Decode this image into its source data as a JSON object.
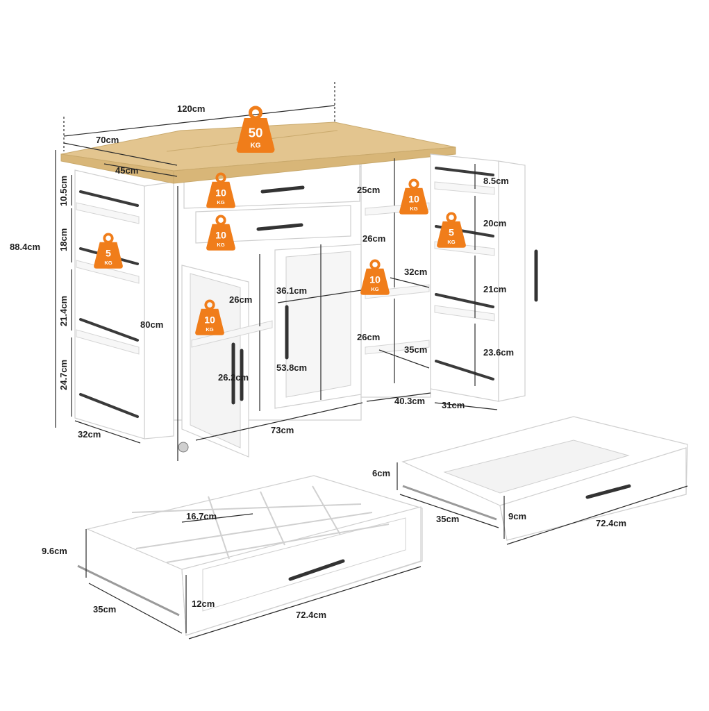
{
  "dimensions": {
    "top_length": "120cm",
    "top_depth": "70cm",
    "top_inner": "45cm",
    "height_total": "88.4cm",
    "left_10_5": "10.5cm",
    "left_18": "18cm",
    "left_21_4": "21.4cm",
    "left_24_7": "24.7cm",
    "cabinet_80": "80cm",
    "base_32": "32cm",
    "shelf_26a": "26cm",
    "door_26_2": "26.2cm",
    "width_73": "73cm",
    "center_36_1": "36.1cm",
    "center_53_8": "53.8cm",
    "right_25": "25cm",
    "right_26a": "26cm",
    "right_32": "32cm",
    "right_26b": "26cm",
    "right_35": "35cm",
    "right_40_3": "40.3cm",
    "rack_8_5": "8.5cm",
    "rack_20": "20cm",
    "rack_21": "21cm",
    "rack_23_6": "23.6cm",
    "rack_31": "31cm",
    "drawer_a_6": "6cm",
    "drawer_a_9": "9cm",
    "drawer_a_35": "35cm",
    "drawer_a_72_4": "72.4cm",
    "drawer_b_16_7": "16.7cm",
    "drawer_b_9_6": "9.6cm",
    "drawer_b_12": "12cm",
    "drawer_b_35": "35cm",
    "drawer_b_72_4": "72.4cm"
  },
  "loads": {
    "top": {
      "value": "50",
      "unit": "KG"
    },
    "drawer1": {
      "value": "10",
      "unit": "KG"
    },
    "drawer2": {
      "value": "10",
      "unit": "KG"
    },
    "left_rack": {
      "value": "5",
      "unit": "KG"
    },
    "door_shelf": {
      "value": "10",
      "unit": "KG"
    },
    "right_top": {
      "value": "10",
      "unit": "KG"
    },
    "right_mid": {
      "value": "10",
      "unit": "KG"
    },
    "rack_right": {
      "value": "5",
      "unit": "KG"
    }
  },
  "colors": {
    "badge": "#f07d1a",
    "wood": "#e3c58f",
    "cabinet": "#ffffff",
    "hardware": "#333333"
  },
  "icons": {
    "weight": "weight-icon"
  }
}
